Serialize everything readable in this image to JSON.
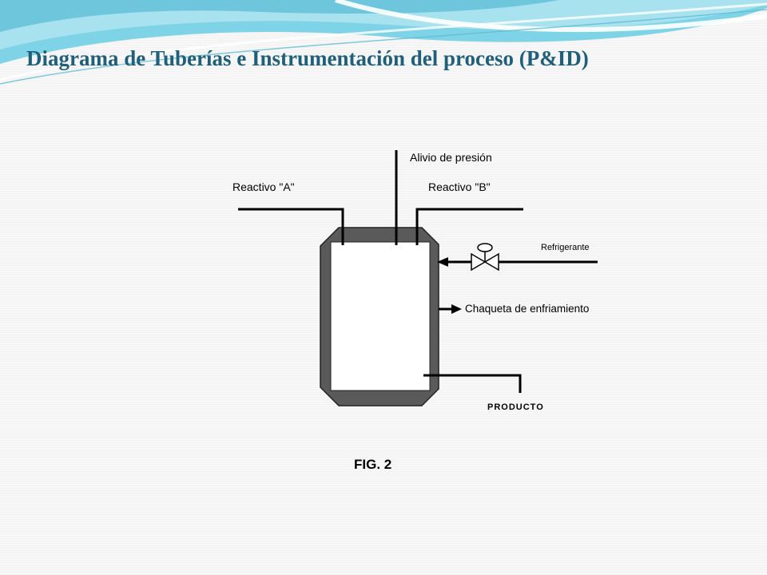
{
  "slide": {
    "title": "Diagrama de Tuberías e Instrumentación del proceso (P&ID)"
  },
  "diagram": {
    "labels": {
      "pressure_relief": "Alivio de presión",
      "reagent_a": "Reactivo \"A\"",
      "reagent_b": "Reactivo \"B\"",
      "coolant": "Refrigerante",
      "cooling_jacket": "Chaqueta de enfriamiento",
      "product": "PRODUCTO"
    },
    "caption": "FIG. 2"
  },
  "colors": {
    "title": "#1f5f7a",
    "jacket": "#5a5a5a",
    "lines": "#000000",
    "header_wave": "#7fd3e6"
  }
}
